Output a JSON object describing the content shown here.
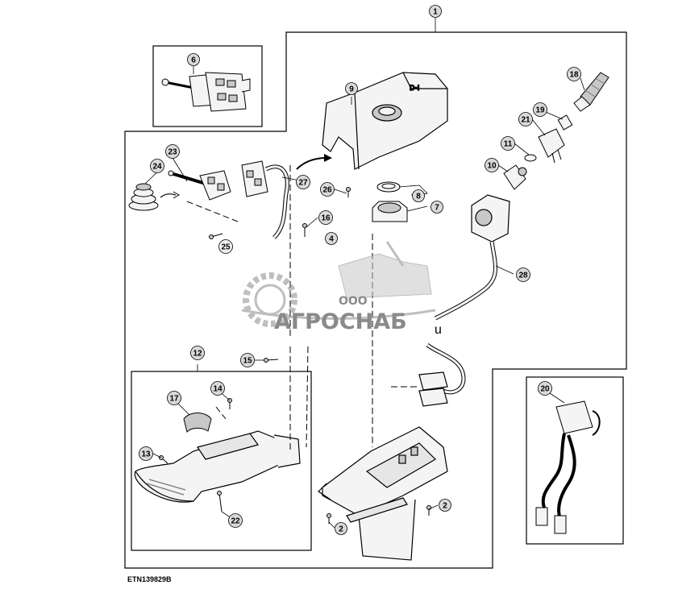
{
  "figure_code": "ETN139829B",
  "callouts": [
    {
      "id": "c1",
      "label": "1"
    },
    {
      "id": "c6",
      "label": "6"
    },
    {
      "id": "c9",
      "label": "9"
    },
    {
      "id": "c18",
      "label": "18"
    },
    {
      "id": "c19",
      "label": "19"
    },
    {
      "id": "c21",
      "label": "21"
    },
    {
      "id": "c11",
      "label": "11"
    },
    {
      "id": "c10",
      "label": "10"
    },
    {
      "id": "c23",
      "label": "23"
    },
    {
      "id": "c24",
      "label": "24"
    },
    {
      "id": "c27",
      "label": "27"
    },
    {
      "id": "c26",
      "label": "26"
    },
    {
      "id": "c8",
      "label": "8"
    },
    {
      "id": "c7",
      "label": "7"
    },
    {
      "id": "c16",
      "label": "16"
    },
    {
      "id": "c4",
      "label": "4"
    },
    {
      "id": "c25",
      "label": "25"
    },
    {
      "id": "c28",
      "label": "28"
    },
    {
      "id": "c12",
      "label": "12"
    },
    {
      "id": "c15",
      "label": "15"
    },
    {
      "id": "c20",
      "label": "20"
    },
    {
      "id": "c17",
      "label": "17"
    },
    {
      "id": "c14",
      "label": "14"
    },
    {
      "id": "c13",
      "label": "13"
    },
    {
      "id": "c22",
      "label": "22"
    },
    {
      "id": "c2a",
      "label": "2"
    },
    {
      "id": "c2b",
      "label": "2"
    }
  ],
  "watermark": {
    "prefix": "ООО",
    "name": "АГРОСНАБ",
    "stray_glyph": "u"
  },
  "colors": {
    "line": "#000000",
    "part_fill": "#f4f4f4",
    "part_shade": "#c8c8c8",
    "callout_fill": "#d9d9d9",
    "watermark": "#8a8a8a"
  }
}
